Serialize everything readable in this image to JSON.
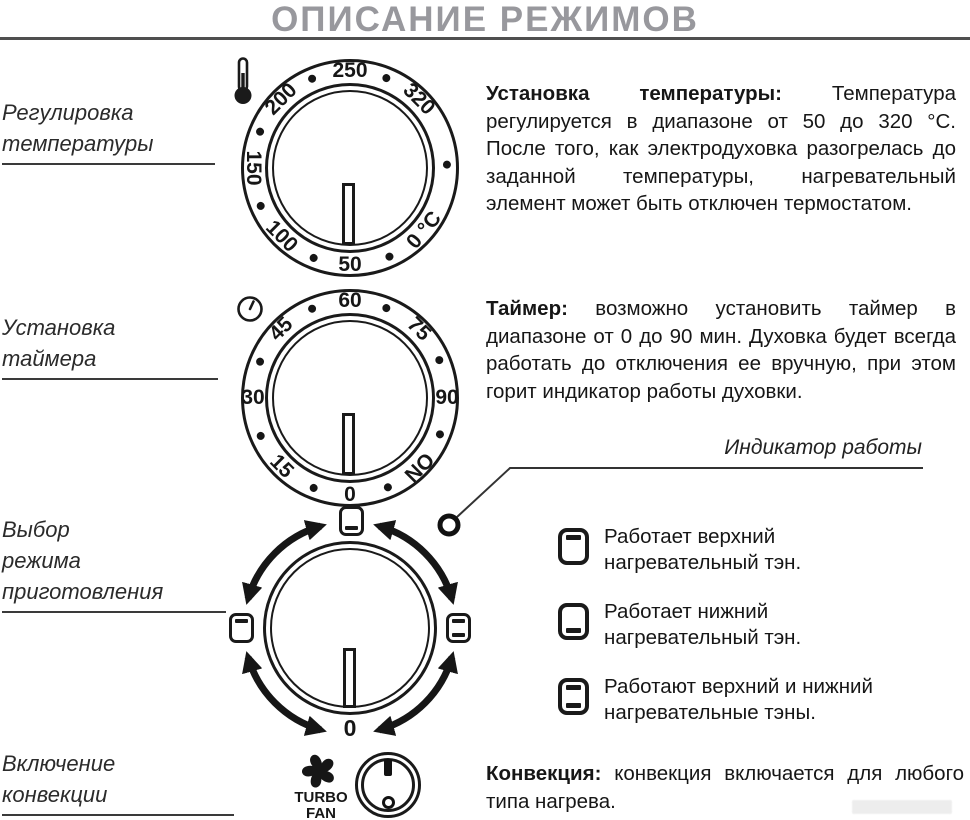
{
  "page": {
    "title": "ОПИСАНИЕ РЕЖИМОВ"
  },
  "colors": {
    "title_gray": "#98989d",
    "ink": "#161616",
    "rule_dark": "#4f4f4f"
  },
  "icons": [
    "thermometer-icon",
    "clock-icon",
    "turbo-fan-icon",
    "indicator-lamp",
    "upper-element-icon",
    "lower-element-icon",
    "both-elements-icon"
  ],
  "left_labels": [
    {
      "lines": [
        "Регулировка",
        "температуры"
      ]
    },
    {
      "lines": [
        "Установка",
        "таймера"
      ]
    },
    {
      "lines": [
        "Выбор",
        "режима",
        "приготовления"
      ]
    },
    {
      "lines": [
        "Включение",
        "конвекции"
      ]
    }
  ],
  "dials": {
    "temperature": {
      "ticks": [
        {
          "label": "250",
          "angle": 0,
          "rot": 0
        },
        {
          "label": "320",
          "angle": 45,
          "rot": 45
        },
        {
          "label": "0 °C",
          "angle": 130,
          "rot": -50
        },
        {
          "label": "50",
          "angle": 180,
          "rot": 0
        },
        {
          "label": "100",
          "angle": 225,
          "rot": 45
        },
        {
          "label": "150",
          "angle": 270,
          "rot": 90
        },
        {
          "label": "200",
          "angle": 315,
          "rot": -45
        }
      ],
      "dot_angles": [
        22,
        88,
        156,
        202,
        247,
        292,
        337
      ]
    },
    "timer": {
      "ticks": [
        {
          "label": "60",
          "angle": 0,
          "rot": 0
        },
        {
          "label": "75",
          "angle": 45,
          "rot": 45
        },
        {
          "label": "90",
          "angle": 90,
          "rot": 0
        },
        {
          "label": "ON",
          "angle": 135,
          "rot": 135
        },
        {
          "label": "0",
          "angle": 180,
          "rot": 0
        },
        {
          "label": "15",
          "angle": 225,
          "rot": 45
        },
        {
          "label": "30",
          "angle": 270,
          "rot": 0
        },
        {
          "label": "45",
          "angle": 315,
          "rot": -45
        }
      ],
      "dot_angles": [
        22,
        67,
        112,
        157,
        202,
        247,
        292,
        337
      ]
    },
    "mode": {
      "zero_label": "0"
    },
    "convection": {
      "turbo_label": "TURBO",
      "fan_label": "FAN"
    }
  },
  "sections": {
    "temperature": {
      "lead": "Установка температуры:",
      "body": " Температура регулируется в диапазоне от 50 до 320 °C. После того, как электродуховка разогрелась до заданной температуры, нагревательный элемент может быть отключен термостатом."
    },
    "timer": {
      "lead": "Таймер:",
      "body": " возможно установить таймер в диапазоне от 0 до 90 мин. Духовка будет всегда работать до отключения ее вручную, при этом горит индикатор работы духовки."
    },
    "indicator_caption": "Индикатор работы",
    "legend": [
      {
        "icon": "upper",
        "text": "Работает верхний нагревательный тэн."
      },
      {
        "icon": "lower",
        "text": "Работает нижний нагревательный тэн."
      },
      {
        "icon": "both",
        "text": "Работают верхний и нижний нагревательные тэны."
      }
    ],
    "convection": {
      "lead": "Конвекция:",
      "body": " конвекция включается для любо­го типа нагрева."
    }
  }
}
